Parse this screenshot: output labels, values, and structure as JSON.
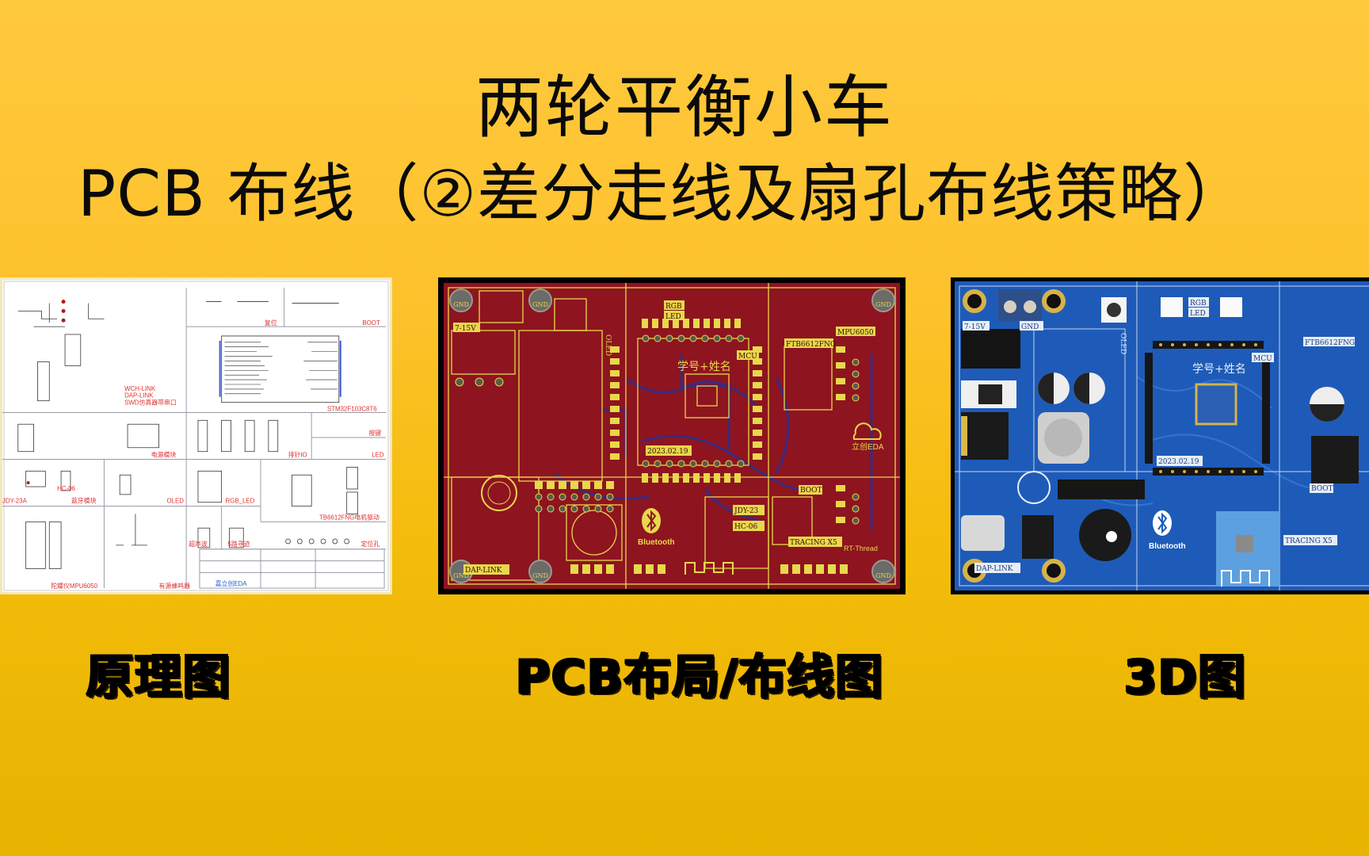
{
  "slide": {
    "title_line1": "两轮平衡小车",
    "title_line2": "PCB 布线（②差分走线及扇孔布线策略）",
    "background_colors": [
      "#FFC93E",
      "#E6B300"
    ]
  },
  "panels": [
    {
      "id": "schematic",
      "caption": "原理图",
      "image_kind": "schematic",
      "labels": [
        "复位",
        "BOOT",
        "WCH-LINK",
        "DAP-LINK",
        "SWD仿真器带串口",
        "STM32F103C8T6",
        "电源模块",
        "排针IO",
        "按键",
        "LED",
        "JDY-23A",
        "HC-06",
        "蓝牙模块",
        "OLED",
        "RGB_LED",
        "TB6612FNG电机驱动",
        "超声波",
        "5路寻迹",
        "定位孔",
        "陀螺仪MPU6050",
        "有源蜂鸣器",
        "嘉立创EDA"
      ]
    },
    {
      "id": "pcb-layout",
      "caption": "PCB布局/布线图",
      "image_kind": "pcb-2d",
      "board_color": "#8E1420",
      "labels": [
        "GND",
        "7-15V",
        "RGB",
        "LED",
        "OLED",
        "MCU",
        "FTB6612FNG",
        "MPU6050",
        "学号+姓名",
        "2023.02.19",
        "DAP-LINK",
        "Bluetooth",
        "JDY-23",
        "HC-06",
        "TRACING X5",
        "BOOT",
        "RT-Thread",
        "立创EDA"
      ]
    },
    {
      "id": "pcb-3d",
      "caption": "3D图",
      "image_kind": "pcb-3d",
      "board_color": "#1E5BB8",
      "labels": [
        "7-15V",
        "GND",
        "RGB",
        "LED",
        "OLED",
        "MCU",
        "FTB6612FNG",
        "学号+姓名",
        "2023.02.19",
        "DAP-LINK",
        "Bluetooth",
        "TRACING X5",
        "BOOT"
      ]
    }
  ]
}
